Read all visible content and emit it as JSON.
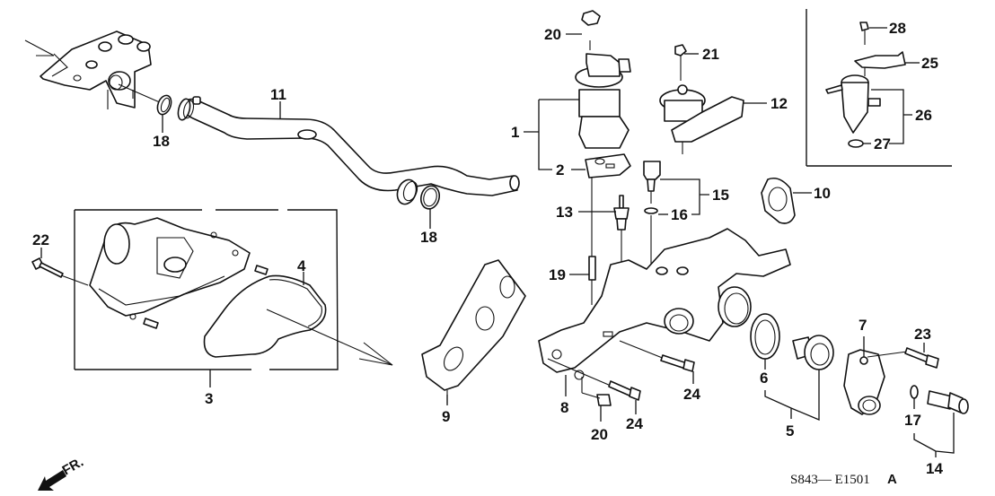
{
  "diagram": {
    "title": "Water pump / EGR valve / thermostat exploded parts diagram",
    "drawing_code": "S843— E1501",
    "drawing_code_suffix": "A",
    "front_indicator": "FR.",
    "callouts": [
      {
        "id": "c1",
        "number": "1",
        "part": "egr-valve-assembly"
      },
      {
        "id": "c2",
        "number": "2",
        "part": "egr-gasket"
      },
      {
        "id": "c3",
        "number": "3",
        "part": "water-pump-assembly"
      },
      {
        "id": "c4",
        "number": "4",
        "part": "water-pump-o-ring"
      },
      {
        "id": "c5",
        "number": "5",
        "part": "thermostat-assembly"
      },
      {
        "id": "c6",
        "number": "6",
        "part": "thermostat-seal"
      },
      {
        "id": "c7",
        "number": "7",
        "part": "thermostat-cover"
      },
      {
        "id": "c8",
        "number": "8",
        "part": "water-passage-housing"
      },
      {
        "id": "c9",
        "number": "9",
        "part": "water-passage-gasket"
      },
      {
        "id": "c10",
        "number": "10",
        "part": "water-outlet-gasket"
      },
      {
        "id": "c11",
        "number": "11",
        "part": "connecting-pipe"
      },
      {
        "id": "c12",
        "number": "12",
        "part": "egr-control-valve"
      },
      {
        "id": "c13",
        "number": "13",
        "part": "thermo-unit"
      },
      {
        "id": "c14",
        "number": "14",
        "part": "thermo-switch"
      },
      {
        "id": "c15",
        "number": "15",
        "part": "temperature-sensor"
      },
      {
        "id": "c16",
        "number": "16",
        "part": "sensor-washer"
      },
      {
        "id": "c17",
        "number": "17",
        "part": "switch-o-ring"
      },
      {
        "id": "c18a",
        "number": "18",
        "part": "pipe-o-ring-upper"
      },
      {
        "id": "c18b",
        "number": "18",
        "part": "pipe-o-ring-lower"
      },
      {
        "id": "c19",
        "number": "19",
        "part": "stud-bolt"
      },
      {
        "id": "c20a",
        "number": "20",
        "part": "flange-nut-upper"
      },
      {
        "id": "c20b",
        "number": "20",
        "part": "flange-nut-lower"
      },
      {
        "id": "c21",
        "number": "21",
        "part": "flange-bolt"
      },
      {
        "id": "c22",
        "number": "22",
        "part": "water-pump-bolt"
      },
      {
        "id": "c23",
        "number": "23",
        "part": "thermostat-cover-bolt"
      },
      {
        "id": "c24a",
        "number": "24",
        "part": "housing-bolt-front"
      },
      {
        "id": "c24b",
        "number": "24",
        "part": "housing-bolt-rear"
      },
      {
        "id": "c25",
        "number": "25",
        "part": "bracket"
      },
      {
        "id": "c26",
        "number": "26",
        "part": "inset-valve-assembly"
      },
      {
        "id": "c27",
        "number": "27",
        "part": "inset-washer"
      },
      {
        "id": "c28",
        "number": "28",
        "part": "inset-bolt"
      }
    ]
  }
}
